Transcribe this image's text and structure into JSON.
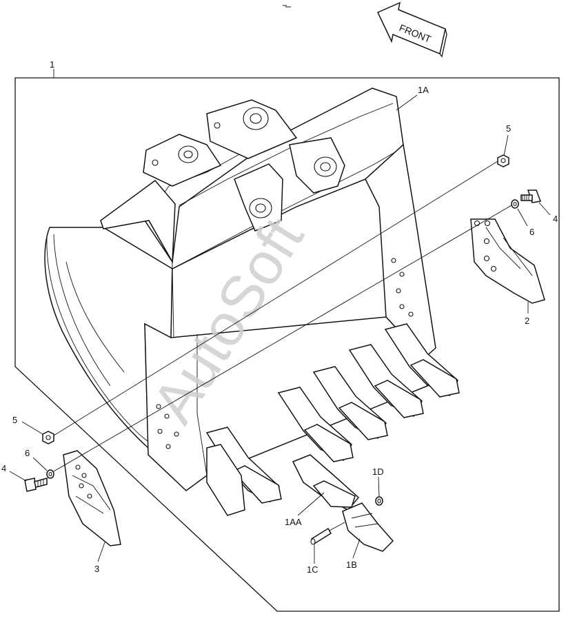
{
  "watermark": "AutoSoft",
  "front_arrow_label": "FRONT",
  "callouts": {
    "assembly": "1",
    "bucket": "1A",
    "tooth_assembly": "1AA",
    "tooth": "1B",
    "pin": "1C",
    "retainer": "1D",
    "side_cutter_right": "2",
    "side_cutter_left": "3",
    "bolt_right": "4",
    "bolt_left": "4",
    "nut_right": "5",
    "nut_left": "5",
    "washer_right": "6",
    "washer_left": "6"
  }
}
